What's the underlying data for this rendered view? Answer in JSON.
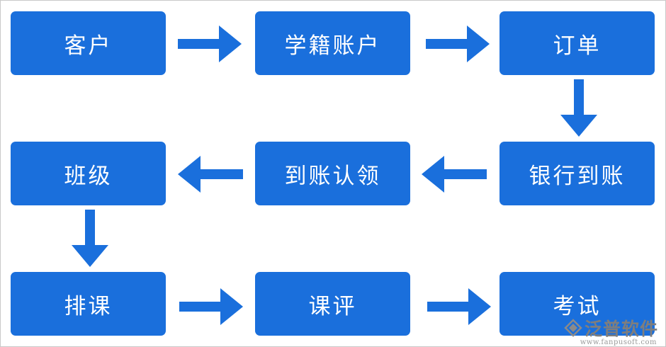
{
  "diagram": {
    "nodes": {
      "customer": "客户",
      "student_account": "学籍账户",
      "order": "订单",
      "bank_received": "银行到账",
      "receipt_claim": "到账认领",
      "class": "班级",
      "scheduling": "排课",
      "course_evaluation": "课评",
      "exam": "考试"
    }
  },
  "watermark": {
    "brand": "泛普软件",
    "url": "www.fanpusoft.com",
    "logo_icon": "fanpu-logo-icon"
  },
  "colors": {
    "node_fill": "#1a6fdc",
    "node_text": "#ffffff",
    "arrow": "#1a6fdc",
    "watermark": "#7e7e7e"
  }
}
